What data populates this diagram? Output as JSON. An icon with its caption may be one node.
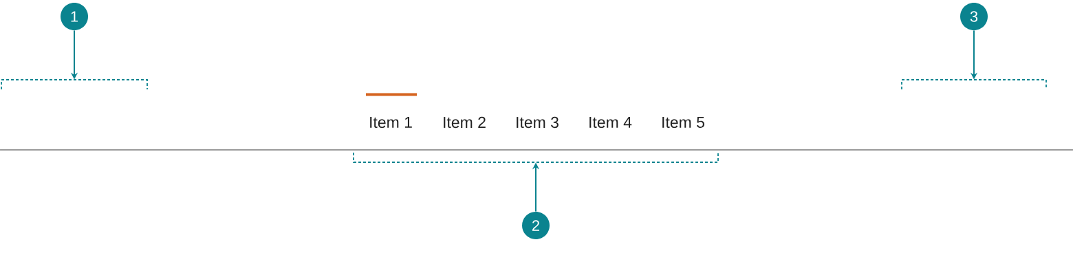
{
  "diagram": {
    "nodes": [
      {
        "text": [
          "1"
        ]
      },
      {
        "text": [
          "3"
        ]
      },
      {
        "text": [],
        "shape": "bracket"
      },
      {
        "text": [],
        "shape": "bracket"
      },
      {
        "text": [],
        "shape": "bracket"
      },
      {
        "text": [
          "2"
        ]
      }
    ],
    "edges": [
      {
        "from": 0,
        "to": 2,
        "arrow": "to"
      },
      {
        "from": 1,
        "to": 3,
        "arrow": "to"
      },
      {
        "from": 5,
        "to": 4,
        "arrow": "to"
      }
    ],
    "labels": [
      "Item 1",
      "Item 2",
      "Item 3",
      "Item 4",
      "Item 5"
    ]
  }
}
